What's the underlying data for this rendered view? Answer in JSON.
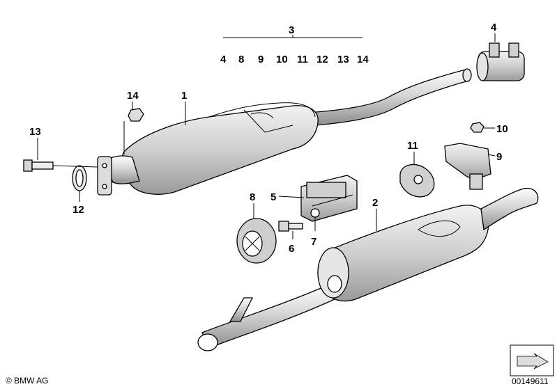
{
  "callouts": {
    "c1": "1",
    "c2": "2",
    "c3": "3",
    "c4": "4",
    "c5": "5",
    "c6": "6",
    "c7": "7",
    "c8": "8",
    "c9": "9",
    "c10": "10",
    "c11": "11",
    "c12": "12",
    "c13": "13",
    "c14": "14"
  },
  "group_list": [
    "4",
    "8",
    "9",
    "10",
    "11",
    "12",
    "13",
    "14"
  ],
  "copyright": "© BMW AG",
  "diagram_id": "00149611"
}
